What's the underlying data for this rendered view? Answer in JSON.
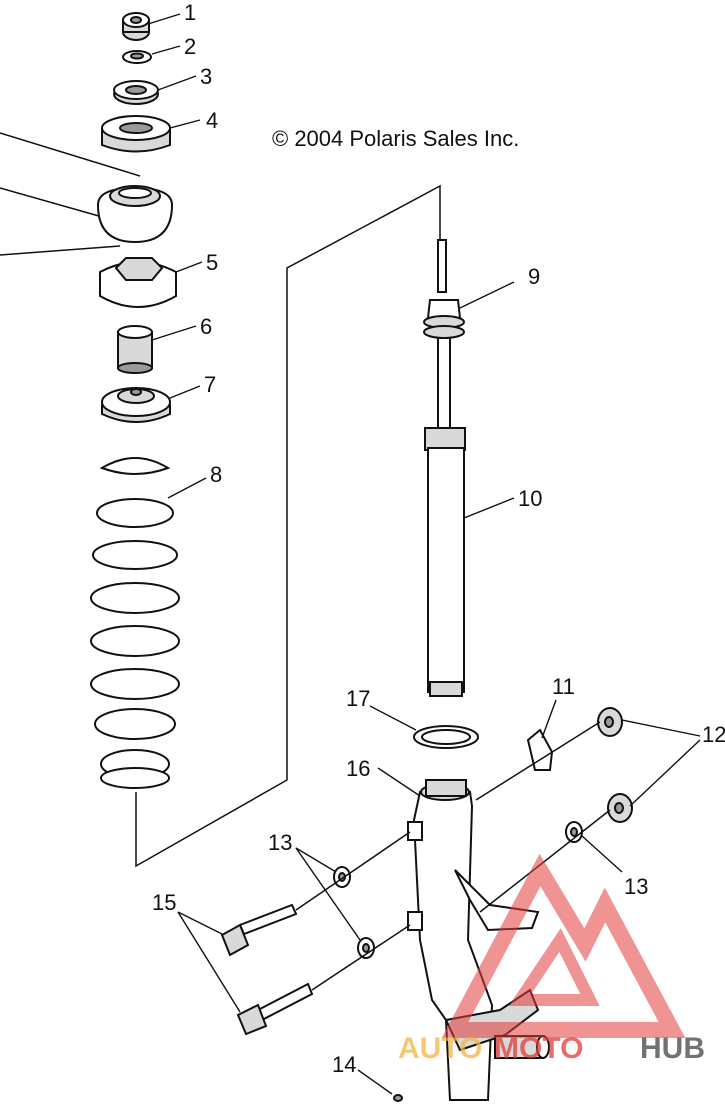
{
  "copyright": "© 2004 Polaris Sales Inc.",
  "callouts": {
    "c1": "1",
    "c2": "2",
    "c3": "3",
    "c4": "4",
    "c5": "5",
    "c6": "6",
    "c7": "7",
    "c8": "8",
    "c9": "9",
    "c10": "10",
    "c11": "11",
    "c12": "12",
    "c13a": "13",
    "c13b": "13",
    "c14": "14",
    "c15": "15",
    "c16": "16",
    "c17": "17"
  },
  "watermark": {
    "left": "AUTO",
    "middle": "MOTO",
    "right": "HUB",
    "accent_color": "#e23b3b",
    "dark_color": "#444444",
    "light_color": "#f2b544"
  }
}
